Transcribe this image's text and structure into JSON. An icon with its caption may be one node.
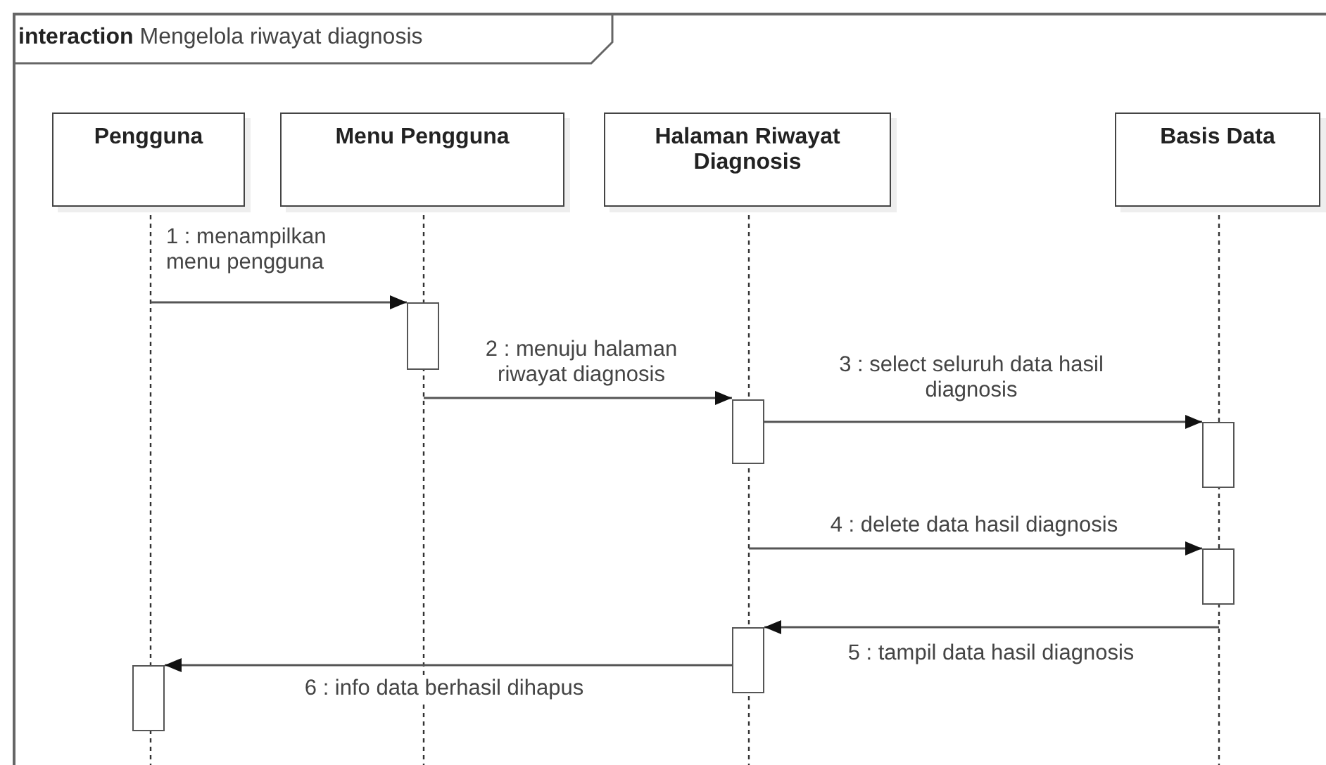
{
  "diagram": {
    "title": "**interaction** Mengelola riwayat diagnosis",
    "nodes": [
      {
        "text": [
          "Pengguna"
        ]
      },
      {
        "text": [
          "Menu Pengguna"
        ]
      },
      {
        "text": [
          "Halaman Riwayat Diagnosis"
        ]
      },
      {
        "text": [
          "Basis Data"
        ]
      },
      {
        "text": [],
        "shape": "bar"
      },
      {
        "text": [],
        "shape": "bar"
      },
      {
        "text": [],
        "shape": "bar"
      },
      {
        "text": [],
        "shape": "bar"
      },
      {
        "text": [],
        "shape": "bar"
      },
      {
        "text": [],
        "shape": "bar"
      }
    ],
    "edges": [
      {
        "from": null,
        "to": 4,
        "arrow": "to",
        "label": "1 : menampilkan menu pengguna"
      },
      {
        "from": null,
        "to": 5,
        "arrow": "to",
        "label": "2 : menuju halaman riwayat diagnosis"
      },
      {
        "from": 5,
        "to": 6,
        "arrow": "to",
        "label": "3 : select seluruh data hasil diagnosis"
      },
      {
        "from": null,
        "to": 7,
        "arrow": "to",
        "label": "4 : delete data hasil diagnosis"
      },
      {
        "from": null,
        "to": 8,
        "arrow": "to",
        "label": "5 : tampil data hasil diagnosis"
      },
      {
        "from": 8,
        "to": 9,
        "arrow": "to",
        "label": "6 : info data berhasil dihapus"
      }
    ]
  }
}
